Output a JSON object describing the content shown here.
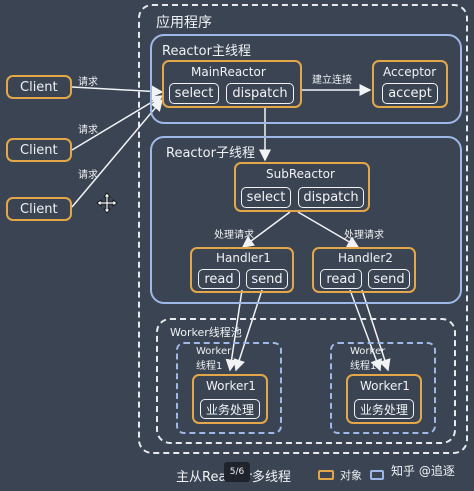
{
  "app": {
    "title": "应用程序"
  },
  "clients": [
    "Client",
    "Client",
    "Client"
  ],
  "requests": [
    "请求",
    "请求",
    "请求"
  ],
  "main_reactor": {
    "group_title": "Reactor主线程",
    "name": "MainReactor",
    "select": "select",
    "dispatch": "dispatch"
  },
  "acceptor": {
    "name": "Acceptor",
    "accept": "accept"
  },
  "connect_label": "建立连接",
  "sub_reactor": {
    "group_title": "Reactor子线程",
    "name": "SubReactor",
    "select": "select",
    "dispatch": "dispatch"
  },
  "handle_request": [
    "处理请求",
    "处理请求"
  ],
  "handlers": [
    {
      "name": "Handler1",
      "read": "read",
      "send": "send"
    },
    {
      "name": "Handler2",
      "read": "read",
      "send": "send"
    }
  ],
  "worker_pool": {
    "title": "Worker线程池",
    "threads": [
      {
        "line1": "Worker",
        "line2": "线程1",
        "name": "Worker1",
        "task": "业务处理"
      },
      {
        "line1": "Worker",
        "line2": "线程1",
        "name": "Worker1",
        "task": "业务处理"
      }
    ]
  },
  "caption": "主从Reactor多线程",
  "page_indicator": "5/6",
  "legend": {
    "object": "对象"
  },
  "watermark": "知乎 @追逐",
  "colors": {
    "object_border": "#e3a74a",
    "thread_border": "#9fb8e8",
    "background": "#3a4452"
  }
}
